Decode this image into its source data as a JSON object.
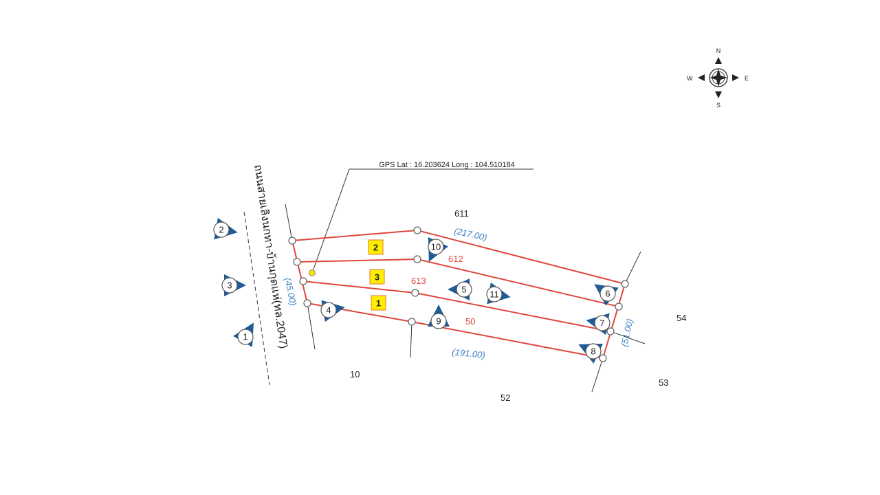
{
  "gps_label": "GPS Lat : 16.203624 Long : 104.510184",
  "road_label": "ถนนสายเลิงนกทา-บ้านกุดแห่(ทล.2047)",
  "compass": {
    "n": "N",
    "s": "S",
    "e": "E",
    "w": "W"
  },
  "plot_labels": [
    "2",
    "3",
    "1"
  ],
  "parcel_numbers": {
    "p611": "611",
    "p612": "612",
    "p613": "613",
    "p50": "50",
    "p10": "10",
    "p52": "52",
    "p53": "53",
    "p54": "54"
  },
  "dimensions": {
    "top": "(217.00)",
    "bottom": "(191.00)",
    "left": "(45.00)",
    "right": "(51.00)"
  },
  "markers": [
    "1",
    "2",
    "3",
    "4",
    "5",
    "6",
    "7",
    "8",
    "9",
    "10",
    "11"
  ],
  "colors": {
    "boundary": "#e0463c",
    "marker": "#1d5c96",
    "plot_label_bg": "#ffee00",
    "dimension": "#3a7fc4"
  }
}
